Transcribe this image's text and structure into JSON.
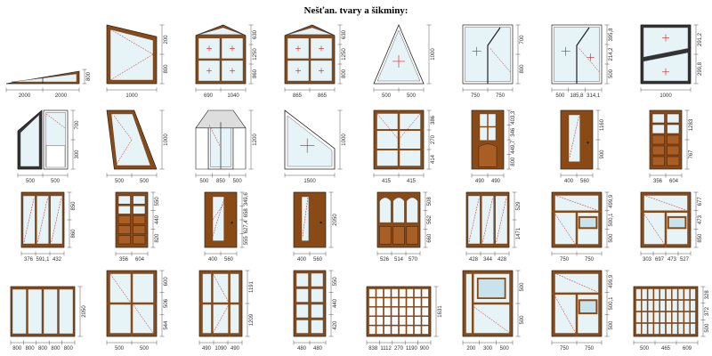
{
  "title": "Nešťan. tvary a šikminy:",
  "colors": {
    "frame": "#8a4a16",
    "frame_light": "#c07a3a",
    "white_frame": "#f4f4f4",
    "glass": "#e6f4f8",
    "glass_dark": "#c9e3ec",
    "panel": "#a85e24",
    "dim": "#333333",
    "red": "#d01818"
  },
  "rows": [
    [
      {
        "kind": "slope",
        "color": "brown",
        "bottom": [
          "2000",
          "2000"
        ],
        "side": [
          "800"
        ]
      },
      {
        "kind": "slant",
        "color": "brown",
        "bottom": [
          "1000"
        ],
        "side": [
          "200",
          "800"
        ]
      },
      {
        "kind": "gable",
        "color": "brown",
        "bottom": [
          "690",
          "1040"
        ],
        "side": [
          "630",
          "1250",
          "860"
        ]
      },
      {
        "kind": "mullion",
        "color": "brown",
        "bottom": [
          "865",
          "865"
        ],
        "side": [
          "630",
          "1250",
          "800"
        ]
      },
      {
        "kind": "triangle",
        "color": "white",
        "bottom": [
          "500",
          "500"
        ],
        "side": [
          "1000"
        ]
      },
      {
        "kind": "corner",
        "color": "white",
        "bottom": [
          "750",
          "750"
        ],
        "side": [
          "700",
          "800"
        ]
      },
      {
        "kind": "corner2",
        "color": "white",
        "bottom": [
          "500",
          "185,8",
          "314,1"
        ],
        "side": [
          "395,8",
          "214,2",
          "500"
        ]
      },
      {
        "kind": "transom",
        "color": "white",
        "bottom": [
          "1000"
        ],
        "side": [
          "291,2",
          "299,8"
        ]
      }
    ],
    [
      {
        "kind": "pair",
        "color": "white",
        "bottom": [
          "500",
          "500"
        ],
        "side": [
          "700",
          "300"
        ]
      },
      {
        "kind": "trap",
        "color": "brown",
        "bottom": [
          "500",
          "500"
        ],
        "side": [
          "1000"
        ]
      },
      {
        "kind": "bay",
        "color": "white",
        "bottom": [
          "500",
          "850",
          "500"
        ],
        "side": [
          "1200"
        ]
      },
      {
        "kind": "wedge",
        "color": "white",
        "bottom": [
          "1500"
        ],
        "side": [
          "1000"
        ]
      },
      {
        "kind": "french",
        "color": "brown",
        "bottom": [
          "415",
          "415"
        ],
        "side": [
          "386",
          "270",
          "414"
        ]
      },
      {
        "kind": "door",
        "color": "brown",
        "bottom": [
          "490",
          "490"
        ],
        "side": [
          "403,3",
          "346",
          "449,7",
          "800"
        ]
      },
      {
        "kind": "doorglass",
        "color": "brown",
        "bottom": [
          "400",
          "560"
        ],
        "side": [
          "1160",
          "900"
        ]
      },
      {
        "kind": "doorpanel",
        "color": "brown",
        "bottom": [
          "356",
          "604"
        ],
        "side": [
          "1283",
          "767"
        ]
      }
    ],
    [
      {
        "kind": "triple",
        "color": "brown",
        "bottom": [
          "376",
          "591,1",
          "432"
        ],
        "side": [
          "850",
          "860"
        ]
      },
      {
        "kind": "doorpanel",
        "color": "brown",
        "bottom": [
          "356",
          "604"
        ],
        "side": [
          "550",
          "440",
          "820"
        ]
      },
      {
        "kind": "doordiag",
        "color": "brown",
        "bottom": [
          "400",
          "560"
        ],
        "side": [
          "349,6",
          "658",
          "627,4",
          "555"
        ]
      },
      {
        "kind": "doornarrow",
        "color": "brown",
        "bottom": [
          "400",
          "560"
        ],
        "side": [
          "2050"
        ]
      },
      {
        "kind": "arches",
        "color": "brown",
        "bottom": [
          "526",
          "514",
          "570"
        ],
        "side": [
          "508",
          "562",
          "660"
        ]
      },
      {
        "kind": "triple2",
        "color": "brown",
        "bottom": [
          "428",
          "344",
          "428"
        ],
        "side": [
          "529",
          "1471"
        ]
      },
      {
        "kind": "gridwin",
        "color": "brown",
        "bottom": [
          "750",
          "750"
        ],
        "side": [
          "499,9",
          "500,1",
          "500"
        ]
      },
      {
        "kind": "gridwin2",
        "color": "brown",
        "bottom": [
          "303",
          "697",
          "473",
          "527"
        ],
        "side": [
          "677",
          "473",
          "850"
        ]
      }
    ],
    [
      {
        "kind": "four",
        "color": "brown",
        "bottom": [
          "800",
          "800",
          "800",
          "800",
          "800"
        ],
        "side": [
          "2050"
        ]
      },
      {
        "kind": "twin",
        "color": "brown",
        "bottom": [
          "500",
          "500"
        ],
        "side": [
          "600",
          "506",
          "544"
        ]
      },
      {
        "kind": "threewide",
        "color": "brown",
        "bottom": [
          "490",
          "1090",
          "490"
        ],
        "side": [
          "1191",
          "1209"
        ]
      },
      {
        "kind": "tilegrid",
        "color": "brown",
        "bottom": [
          "480",
          "480"
        ],
        "side": [
          "550",
          "440",
          "420"
        ]
      },
      {
        "kind": "lattice",
        "color": "brown",
        "bottom": [
          "838",
          "1112",
          "270",
          "1190",
          "900"
        ],
        "side": [
          "1631"
        ]
      },
      {
        "kind": "combo",
        "color": "brown",
        "bottom": [
          "200",
          "300",
          "500"
        ],
        "side": [
          "500",
          "500"
        ]
      },
      {
        "kind": "gridwin",
        "color": "brown",
        "bottom": [
          "750",
          "750"
        ],
        "side": [
          "499,9",
          "500,1",
          "500"
        ]
      },
      {
        "kind": "latticebig",
        "color": "brown",
        "bottom": [
          "500",
          "465",
          "609"
        ],
        "side": [
          "328",
          "372",
          "500"
        ]
      }
    ]
  ]
}
